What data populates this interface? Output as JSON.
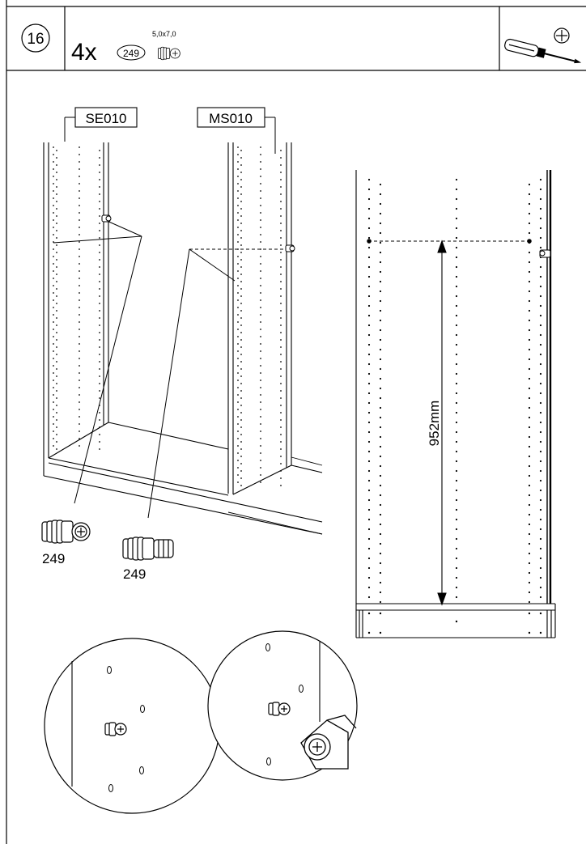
{
  "header": {
    "step_number": "16",
    "quantity": "4x",
    "part_code": "249",
    "part_size": "5,0x7,0",
    "tool_icon": "phillips-screwdriver-icon"
  },
  "panels": {
    "left_panel_label": "SE010",
    "right_panel_label": "MS010"
  },
  "parts": {
    "part_label_left": "249",
    "part_label_right": "249"
  },
  "side_view": {
    "dimension_label": "952mm"
  },
  "detail_icons": [
    "cam-dowel-icon",
    "cam-lock-icon"
  ]
}
